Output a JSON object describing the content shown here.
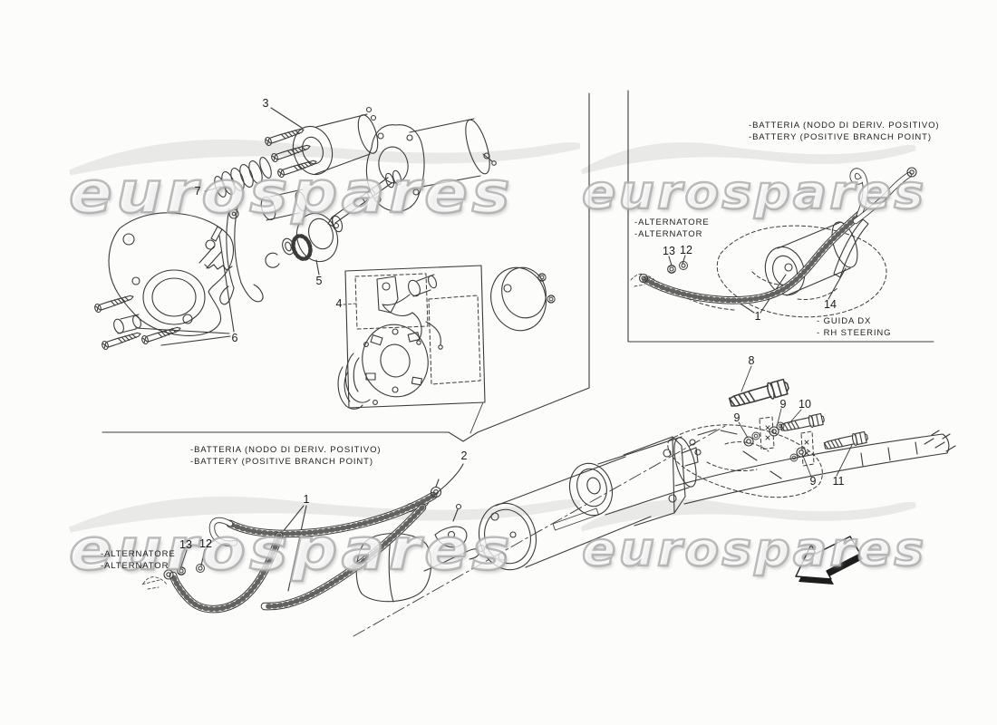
{
  "watermark": {
    "text": "eurospares",
    "outline_color": "#a8a8a8"
  },
  "inset": {
    "battery_line1": "-BATTERIA (NODO DI DERIV. POSITIVO)",
    "battery_line2": "-BATTERY (POSITIVE BRANCH POINT)",
    "alternator_line1": "-ALTERNATORE",
    "alternator_line2": "-ALTERNATOR",
    "steering_line1": "- GUIDA DX",
    "steering_line2": "- RH STEERING",
    "labels": {
      "nut": "13",
      "washer": "12",
      "battery_cable": "1",
      "clamp": "14"
    }
  },
  "main": {
    "battery_line1": "-BATTERIA (NODO DI DERIV. POSITIVO)",
    "battery_line2": "-BATTERY (POSITIVE BRANCH POINT)",
    "alternator_line1": "-ALTERNATORE",
    "alternator_line2": "-ALTERNATOR",
    "labels": {
      "solenoid": "3",
      "spring_kit": "7",
      "drive_pinion": "5",
      "mounting_screws": "6",
      "brush_kit": "4",
      "starter_assembly": "2",
      "battery_cable": "1",
      "bolt_long": "8",
      "washer_front": "9",
      "washer_mid": "9",
      "bolt_mid": "10",
      "washer_rear": "9",
      "bolt_short": "11",
      "nut": "13",
      "washer": "12"
    }
  }
}
